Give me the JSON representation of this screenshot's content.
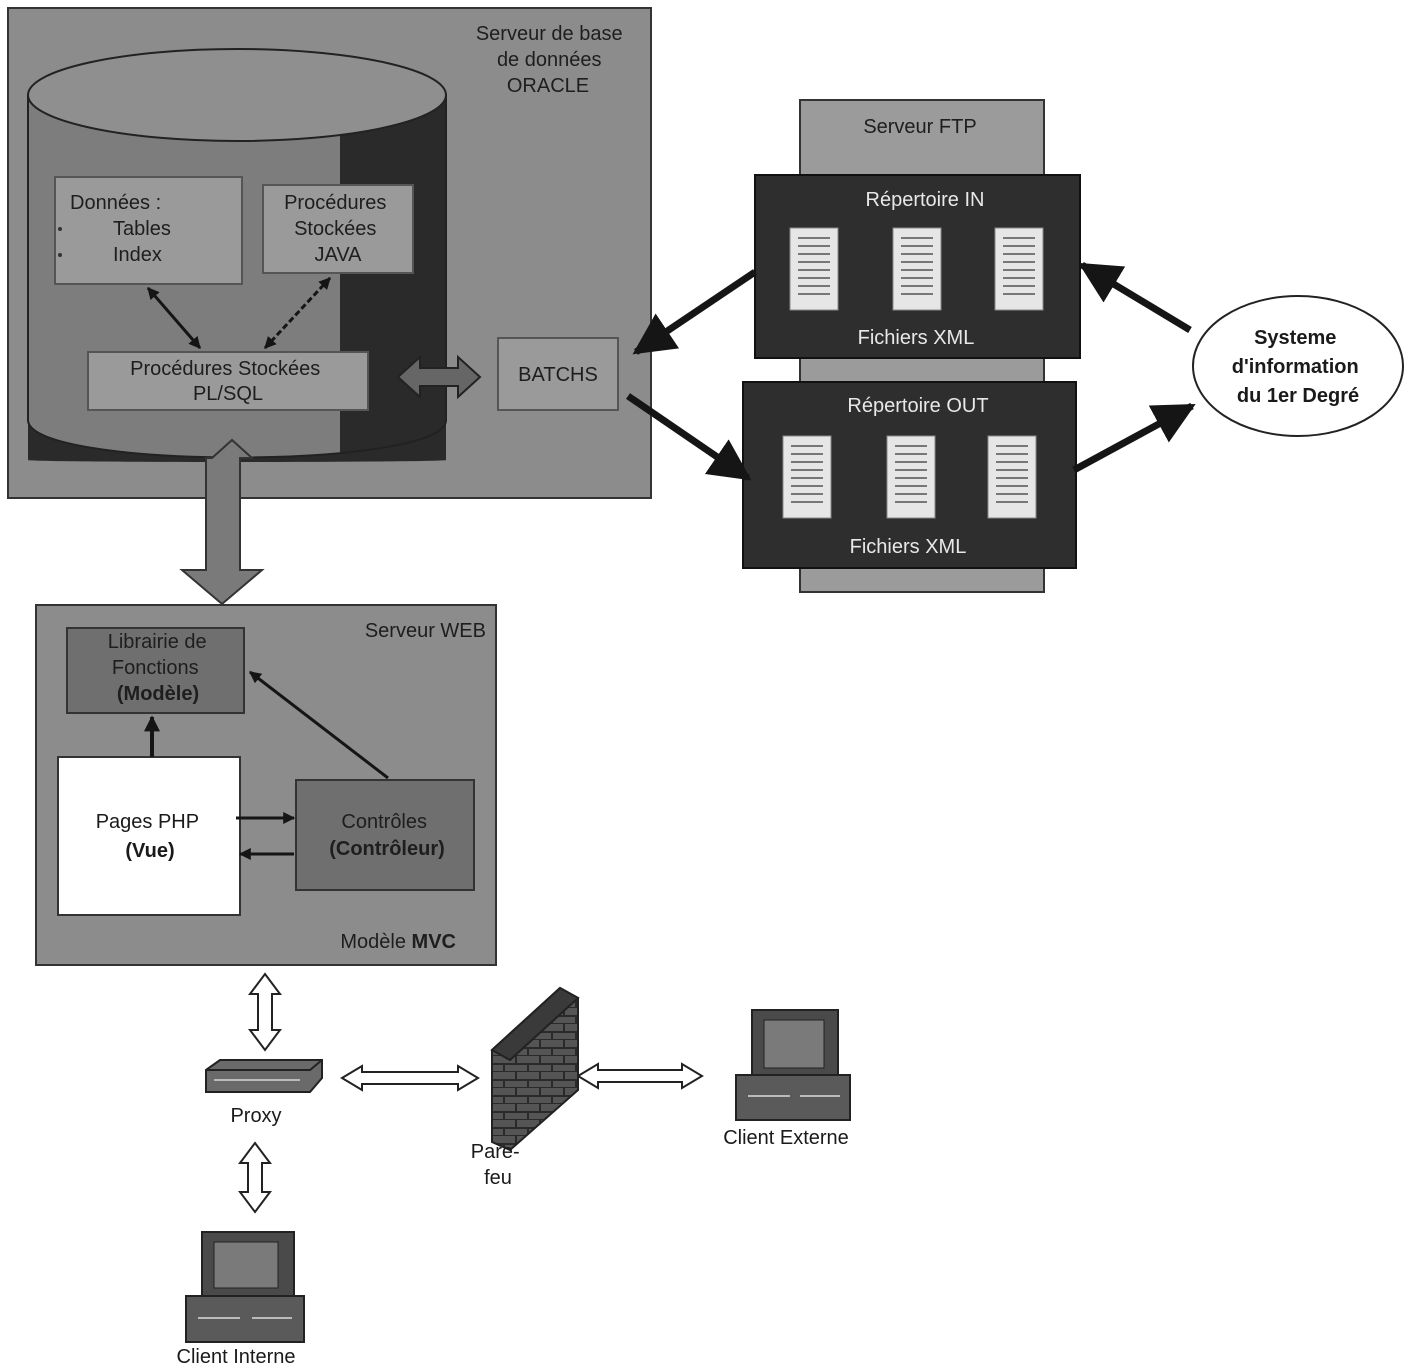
{
  "db_server": {
    "title_lines": [
      "Serveur de base",
      "de données",
      "ORACLE"
    ],
    "data_box": {
      "lines": [
        "Données :",
        "Tables",
        "Index"
      ]
    },
    "java_box": {
      "lines": [
        "Procédures",
        "Stockées",
        "JAVA"
      ]
    },
    "plsql_box": {
      "lines": [
        "Procédures Stockées",
        "PL/SQL"
      ]
    },
    "batchs_label": "BATCHS"
  },
  "ftp_server": {
    "title": "Serveur FTP",
    "dir_in": {
      "title": "Répertoire IN",
      "files_label": "Fichiers XML"
    },
    "dir_out": {
      "title": "Répertoire OUT",
      "files_label": "Fichiers XML"
    }
  },
  "info_system": {
    "lines": [
      "Systeme",
      "d'information",
      "du 1er Degré"
    ]
  },
  "web_server": {
    "title": "Serveur WEB",
    "library_box": {
      "lines": [
        "Librairie de",
        "Fonctions",
        "(Modèle)"
      ]
    },
    "pages_box": {
      "lines": [
        "Pages PHP",
        "(Vue)"
      ]
    },
    "controls_box": {
      "lines": [
        "Contrôles",
        "(Contrôleur)"
      ]
    },
    "mvc_caption": {
      "prefix": "Modèle ",
      "emphasis": "MVC"
    }
  },
  "network": {
    "proxy_label": "Proxy",
    "firewall_lines": [
      "Pare-",
      "feu"
    ],
    "client_external_label": "Client Externe",
    "client_internal_label": "Client Interne"
  },
  "colors": {
    "panel_gray": "#8c8c8c",
    "cylinder_dark": "#2a2a2a",
    "box_gray": "#9a9a9a",
    "dir_dark": "#2e2e2e",
    "ftp_light": "#9b9b9b",
    "arrow_dark": "#151515"
  }
}
